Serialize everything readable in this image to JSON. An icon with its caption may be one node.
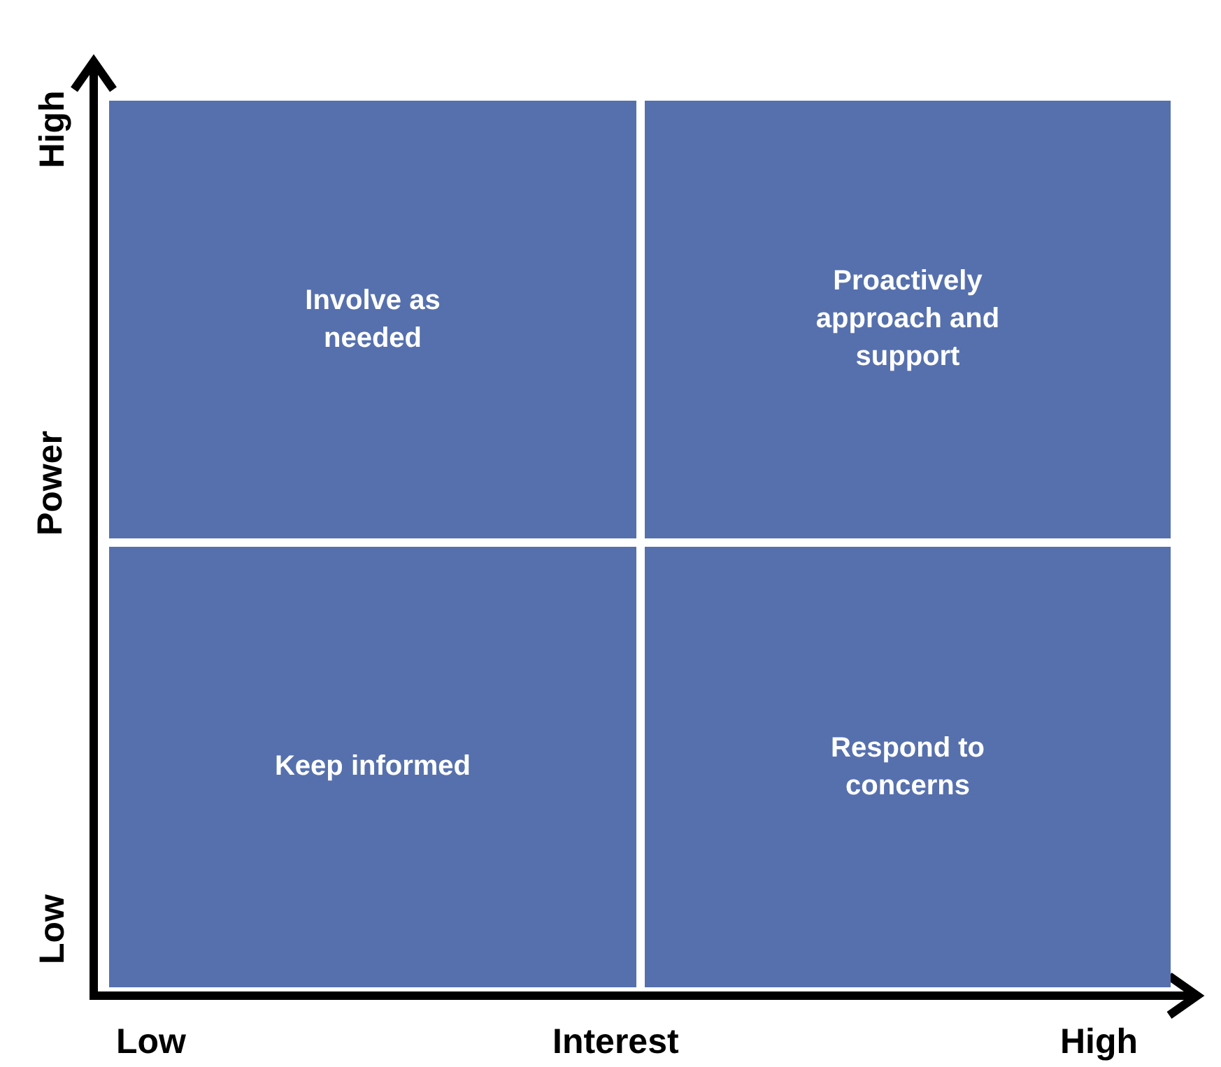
{
  "diagram": {
    "nodes": [
      {
        "text": [
          "Involve as needed"
        ]
      },
      {
        "text": [
          "Proactively approach and support"
        ]
      },
      {
        "text": [
          "Keep informed"
        ]
      },
      {
        "text": [
          "Respond to concerns"
        ]
      }
    ],
    "edges": [],
    "labels": [
      "High",
      "Power",
      "Low",
      "Low",
      "Interest",
      "High"
    ]
  }
}
